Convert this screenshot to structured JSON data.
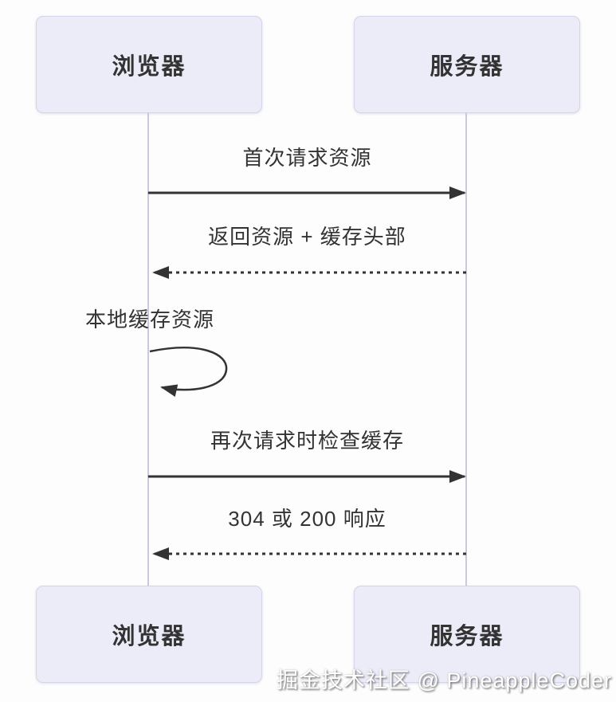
{
  "diagram": {
    "actors": {
      "left": "浏览器",
      "right": "服务器"
    },
    "messages": [
      {
        "label": "首次请求资源",
        "from": "浏览器",
        "to": "服务器",
        "line": "solid"
      },
      {
        "label": "返回资源 + 缓存头部",
        "from": "服务器",
        "to": "浏览器",
        "line": "dashed"
      },
      {
        "label": "本地缓存资源",
        "from": "浏览器",
        "to": "浏览器",
        "line": "self-loop"
      },
      {
        "label": "再次请求时检查缓存",
        "from": "浏览器",
        "to": "服务器",
        "line": "solid"
      },
      {
        "label": "304 或 200 响应",
        "from": "服务器",
        "to": "浏览器",
        "line": "dashed"
      }
    ],
    "watermark": "掘金技术社区 @ PineappleCoder",
    "colors": {
      "actor_fill": "#ECECF9",
      "actor_border": "#D4D4EA",
      "lifeline": "#C9C9E2",
      "arrow": "#333333",
      "text": "#333333",
      "watermark": "#FFFFFF"
    }
  }
}
